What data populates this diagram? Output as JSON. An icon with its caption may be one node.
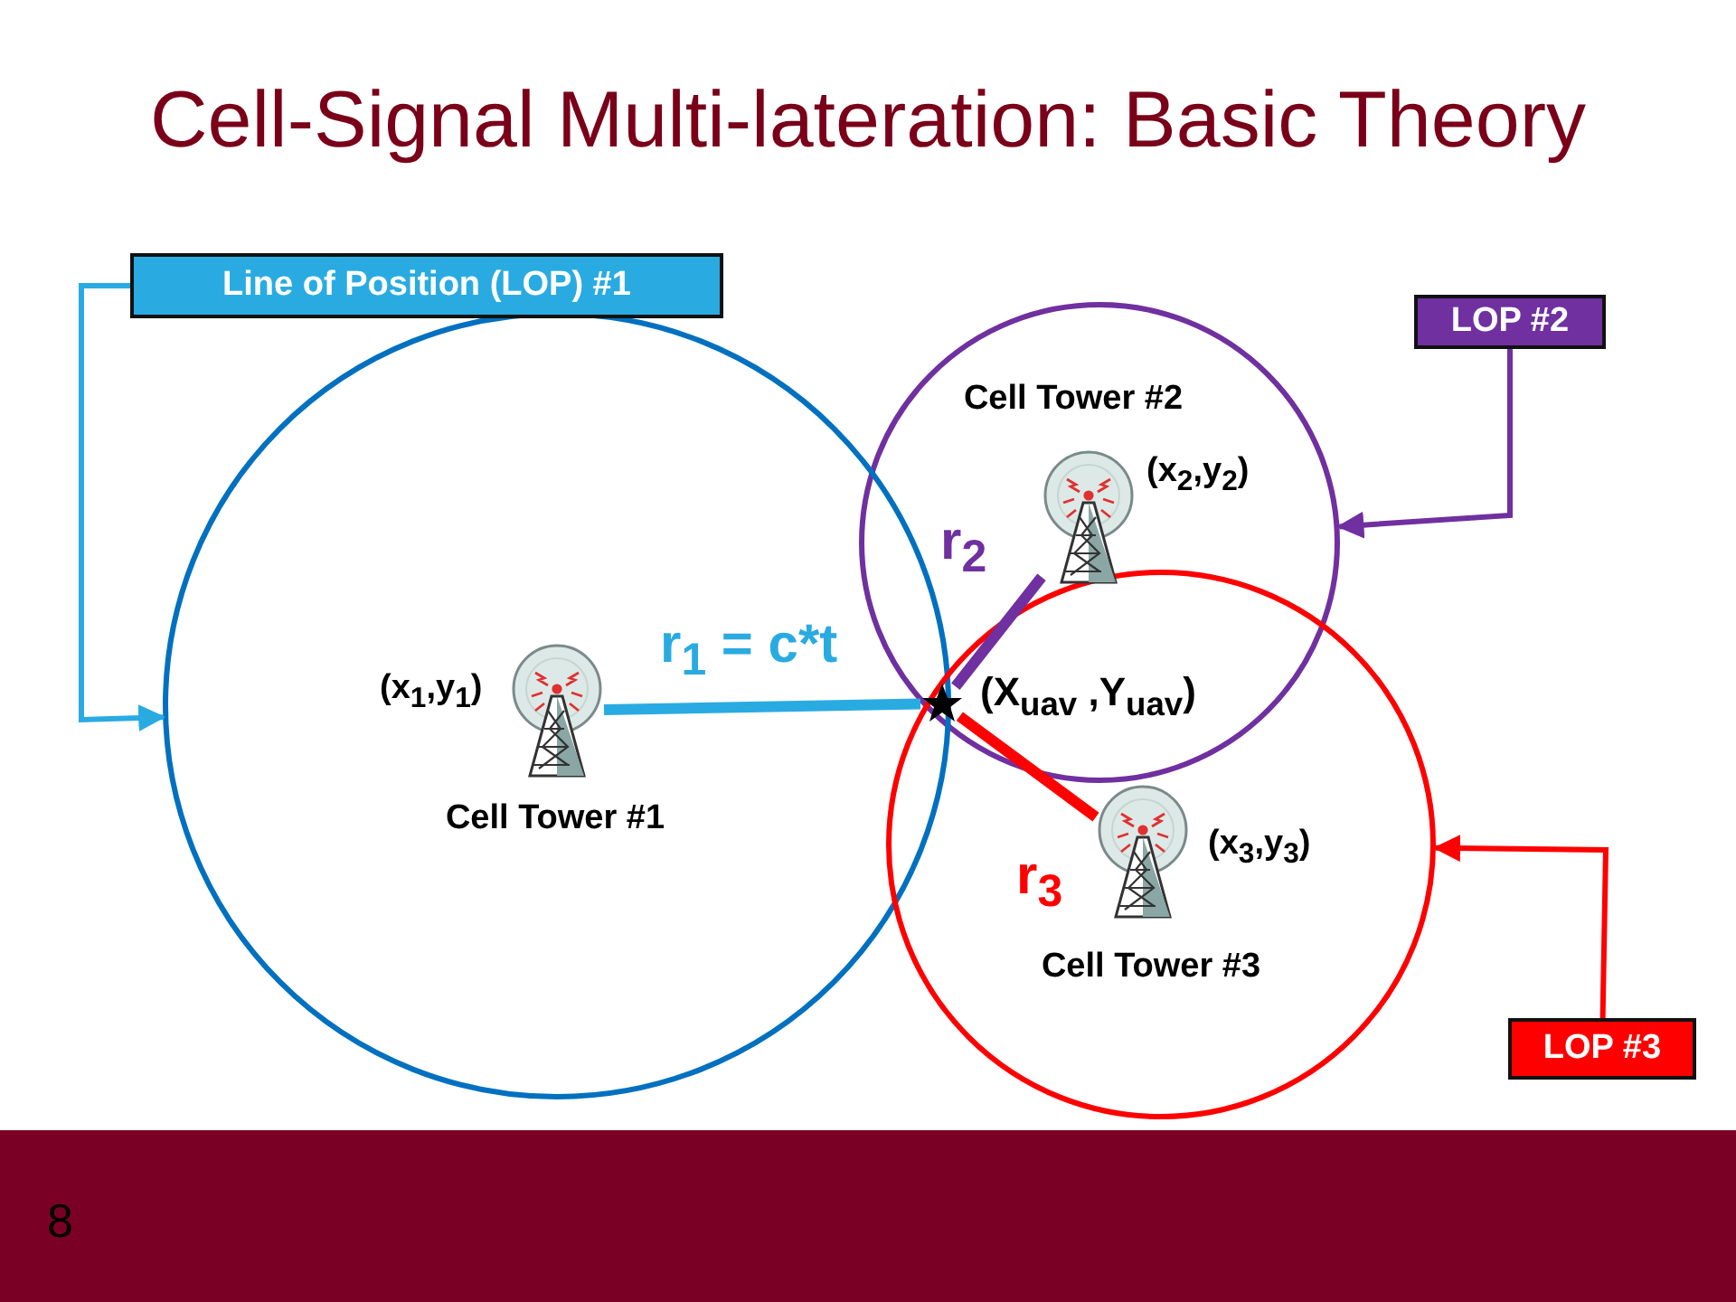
{
  "diagram": {
    "title": "Cell-Signal Multi-lateration:  Basic Theory",
    "nodes": [
      {
        "text": [
          "Line of Position (LOP) #1"
        ]
      },
      {
        "text": [
          "LOP #2"
        ]
      },
      {
        "text": [],
        "shape": "circle"
      },
      {
        "text": [],
        "shape": "picture",
        "in": 2,
        "beside": [
          "Cell Tower #2",
          "(x$_{2}$,y$_{2}$)"
        ]
      },
      {
        "text": [],
        "shape": "circle"
      },
      {
        "text": [],
        "shape": "picture",
        "in": 4,
        "beside": [
          "(x$_{1}$,y$_{1}$)",
          "Cell Tower #1"
        ]
      },
      {
        "text": [],
        "shape": "star",
        "beside": [
          "(X$_{uav}$ ,Y$_{uav}$)"
        ]
      },
      {
        "text": [],
        "shape": "circle"
      },
      {
        "text": [],
        "shape": "picture",
        "in": 7,
        "beside": [
          "(x$_{3}$,y$_{3}$)",
          "Cell Tower #3"
        ]
      },
      {
        "text": [
          "LOP #3"
        ]
      }
    ],
    "edges": [
      {
        "from": 0,
        "to": 4,
        "arrow": "to",
        "color": "#29abe2"
      },
      {
        "from": 1,
        "to": 2,
        "arrow": "to",
        "color": "#7030a0"
      },
      {
        "from": 9,
        "to": 7,
        "arrow": "to",
        "color": "#ff0000"
      },
      {
        "from": 5,
        "to": 6,
        "arrow": "none",
        "label": "r$_{1}$ = c*t",
        "style": "thick",
        "color": "#29abe2"
      },
      {
        "from": 3,
        "to": 6,
        "arrow": "none",
        "label": "r$_{2}$",
        "style": "thick",
        "color": "#7030a0"
      },
      {
        "from": 8,
        "to": 6,
        "arrow": "none",
        "label": "r$_{3}$",
        "style": "thick",
        "color": "#ff0000"
      }
    ],
    "labels": [
      "8"
    ]
  }
}
